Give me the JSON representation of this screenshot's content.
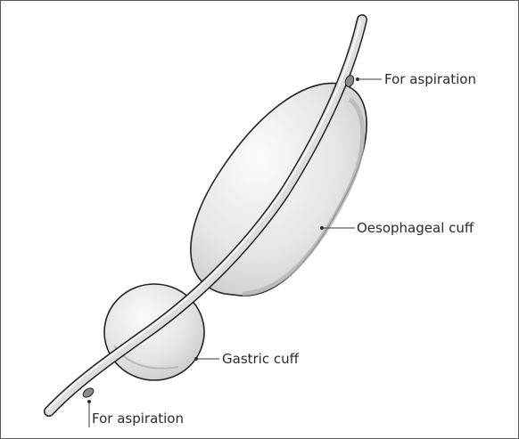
{
  "labels": {
    "aspiration_top": "For aspiration",
    "oesophageal_cuff": "Oesophageal cuff",
    "gastric_cuff": "Gastric cuff",
    "aspiration_bottom": "For aspiration"
  },
  "icons": {
    "tube": "esophageal-gastric-balloon-tube-icon",
    "oesophageal_balloon": "inflated-oesophageal-cuff-icon",
    "gastric_balloon": "inflated-gastric-cuff-icon",
    "aspiration_port": "aspiration-port-icon"
  },
  "colors": {
    "outline": "#222222",
    "balloon_fill": "#e9e9e9",
    "balloon_shadow": "#cfcfcf",
    "tube_fill": "#dcdcdc",
    "port_fill": "#8a8a8a"
  }
}
